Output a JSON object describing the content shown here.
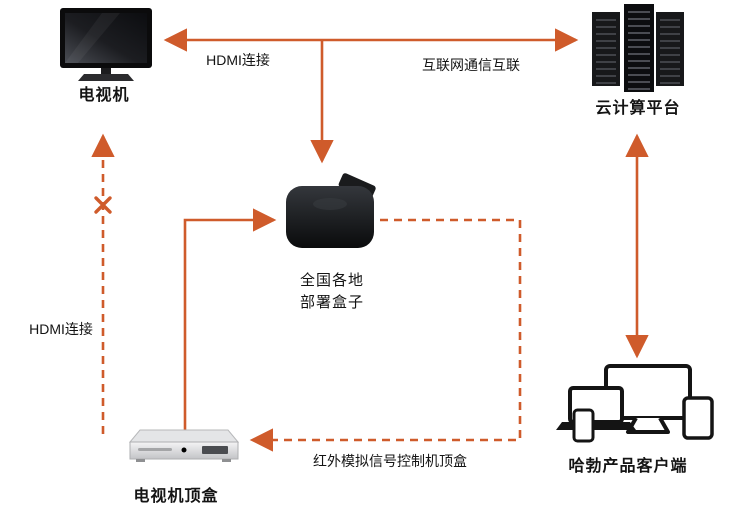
{
  "nodes": {
    "tv": {
      "label": "电视机"
    },
    "cloud": {
      "label": "云计算平台"
    },
    "box": {
      "label_line1": "全国各地",
      "label_line2": "部署盒子"
    },
    "stb": {
      "label": "电视机顶盒"
    },
    "client": {
      "label": "哈勃产品客户端"
    }
  },
  "edges": {
    "hdmi_top": {
      "label": "HDMI连接",
      "style": "solid-arrow"
    },
    "internet": {
      "label": "互联网通信互联",
      "style": "solid-arrow"
    },
    "box_down": {
      "label": "",
      "style": "solid-arrow"
    },
    "cloud_client": {
      "label": "",
      "style": "solid-double-arrow"
    },
    "stb_to_box": {
      "label": "",
      "style": "solid-arrow"
    },
    "infrared": {
      "label": "红外模拟信号控制机顶盒",
      "style": "dashed-arrow"
    },
    "hdmi_old": {
      "label": "HDMI连接",
      "style": "dashed-arrow-crossed"
    }
  },
  "colors": {
    "arrow_orange": "#cf5b2b",
    "label_text": "#141414",
    "background": "#ffffff"
  }
}
